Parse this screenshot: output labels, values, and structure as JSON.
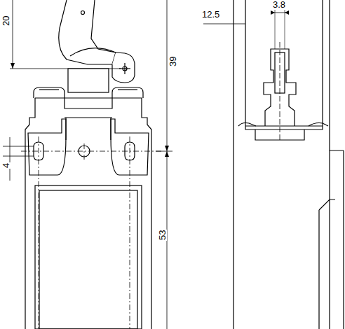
{
  "diagram": {
    "labels": [
      "20",
      "39",
      "12.5",
      "3.8",
      "4",
      "53"
    ]
  }
}
